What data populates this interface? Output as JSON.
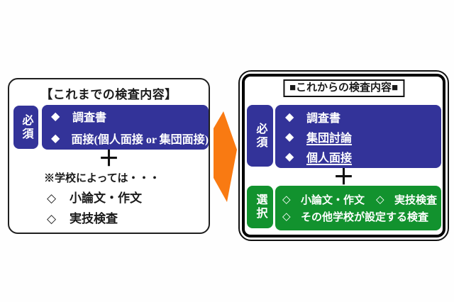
{
  "colors": {
    "required_blue": "#333399",
    "optional_green": "#12922E",
    "arrow_orange": "#F97A12",
    "text_black": "#1a1a1a"
  },
  "left_panel": {
    "title": "【これまでの検査内容】",
    "required_label": "必須",
    "required_items": [
      {
        "bullet": "◆",
        "text": "調査書"
      },
      {
        "bullet": "◆",
        "text": "面接(個人面接 or 集団面接)"
      }
    ],
    "plus": "＋",
    "note": "※学校によっては・・・",
    "optional_items": [
      {
        "bullet": "◇",
        "text": "小論文・作文"
      },
      {
        "bullet": "◇",
        "text": "実技検査"
      }
    ]
  },
  "arrow": {
    "meaning": "transition-from-old-to-new",
    "color": "#F97A12"
  },
  "right_panel": {
    "title": "■これからの検査内容■",
    "required_label": "必須",
    "required_items": [
      {
        "bullet": "◆",
        "text": "調査書",
        "underline": false
      },
      {
        "bullet": "◆",
        "text": "集団討論",
        "underline": true
      },
      {
        "bullet": "◆",
        "text": "個人面接",
        "underline": true
      }
    ],
    "plus": "＋",
    "optional_label": "選択",
    "optional_rows": [
      [
        {
          "bullet": "◇",
          "text": "小論文・作文"
        },
        {
          "bullet": "◇",
          "text": "実技検査"
        }
      ],
      [
        {
          "bullet": "◇",
          "text": "その他学校が設定する検査"
        }
      ]
    ]
  }
}
